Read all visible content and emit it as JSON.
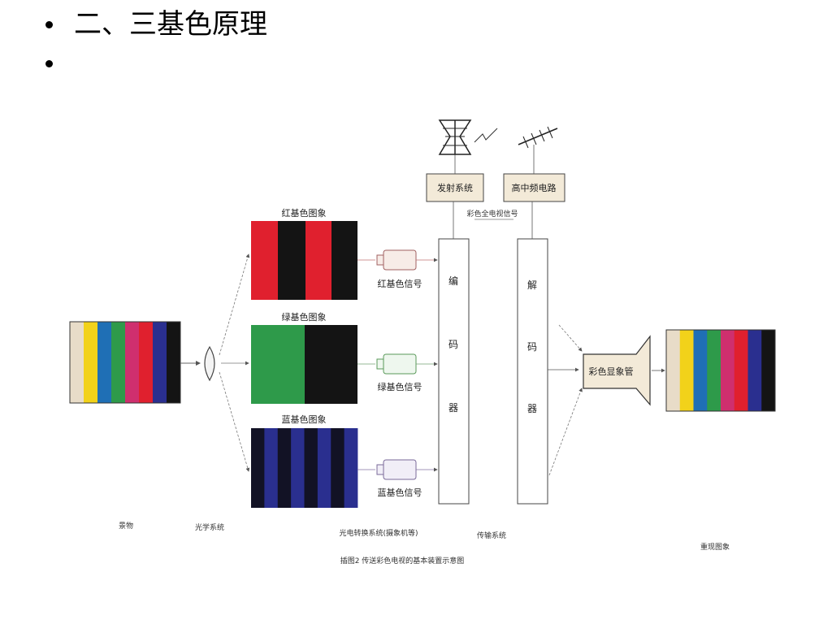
{
  "slide": {
    "bullets": [
      {
        "text": "二、三基色原理"
      },
      {
        "text": ""
      }
    ]
  },
  "diagram": {
    "labels": {
      "red_image": "红基色图象",
      "green_image": "绿基色图象",
      "blue_image": "蓝基色图象",
      "red_signal": "红基色信号",
      "green_signal": "绿基色信号",
      "blue_signal": "蓝基色信号",
      "encoder": "编码器",
      "decoder": "解码器",
      "transmit": "发射系统",
      "receiver": "高中频电路",
      "composite": "彩色全电视信号",
      "tube": "彩色显象管",
      "scene": "景物",
      "optics": "光学系统",
      "camera": "光电转换系统(摄象机等)",
      "channel": "传输系统",
      "reproduced": "重现图象",
      "caption": "插图2 传送彩色电视的基本装置示意图"
    },
    "colors": {
      "white": "#e8dcc8",
      "yellow": "#f2d21a",
      "cyan": "#1f6fb5",
      "green": "#2e9a4a",
      "magenta": "#cf2f6e",
      "red": "#e0202e",
      "blue": "#2a2f8f",
      "black": "#141414",
      "dark": "#121225"
    }
  }
}
